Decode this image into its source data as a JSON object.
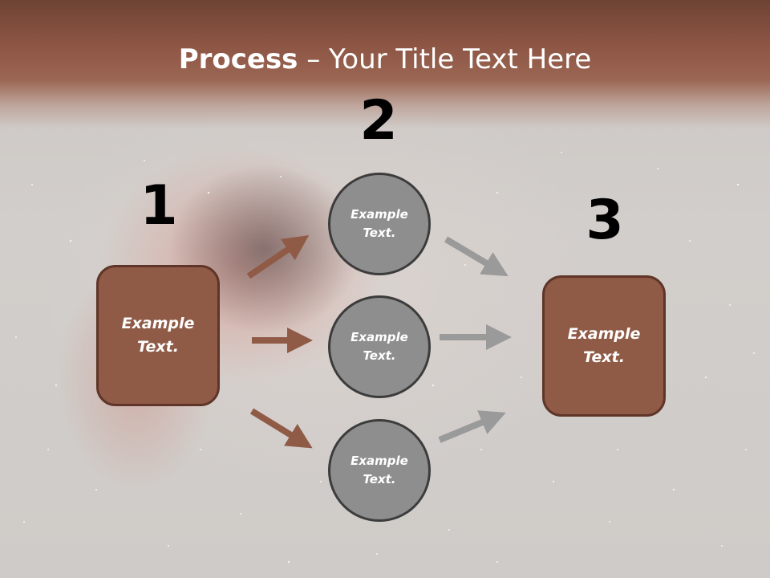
{
  "slide": {
    "title_bold": "Process",
    "title_rest": " – Your Title Text Here"
  },
  "steps": [
    {
      "number": "1",
      "label": "Example\nText."
    },
    {
      "number": "2",
      "label": "Example\nText."
    },
    {
      "number": "3",
      "label": "Example\nText."
    }
  ],
  "middle_nodes": [
    {
      "label": "Example\nText."
    },
    {
      "label": "Example\nText."
    },
    {
      "label": "Example\nText."
    }
  ],
  "colors": {
    "box_fill": "#8f5b47",
    "box_border": "#5e3528",
    "circle_fill": "#8e8e8e",
    "circle_border": "#3c3c3c",
    "arrow_brown": "#8f5b47",
    "arrow_gray": "#9a9a9a"
  }
}
